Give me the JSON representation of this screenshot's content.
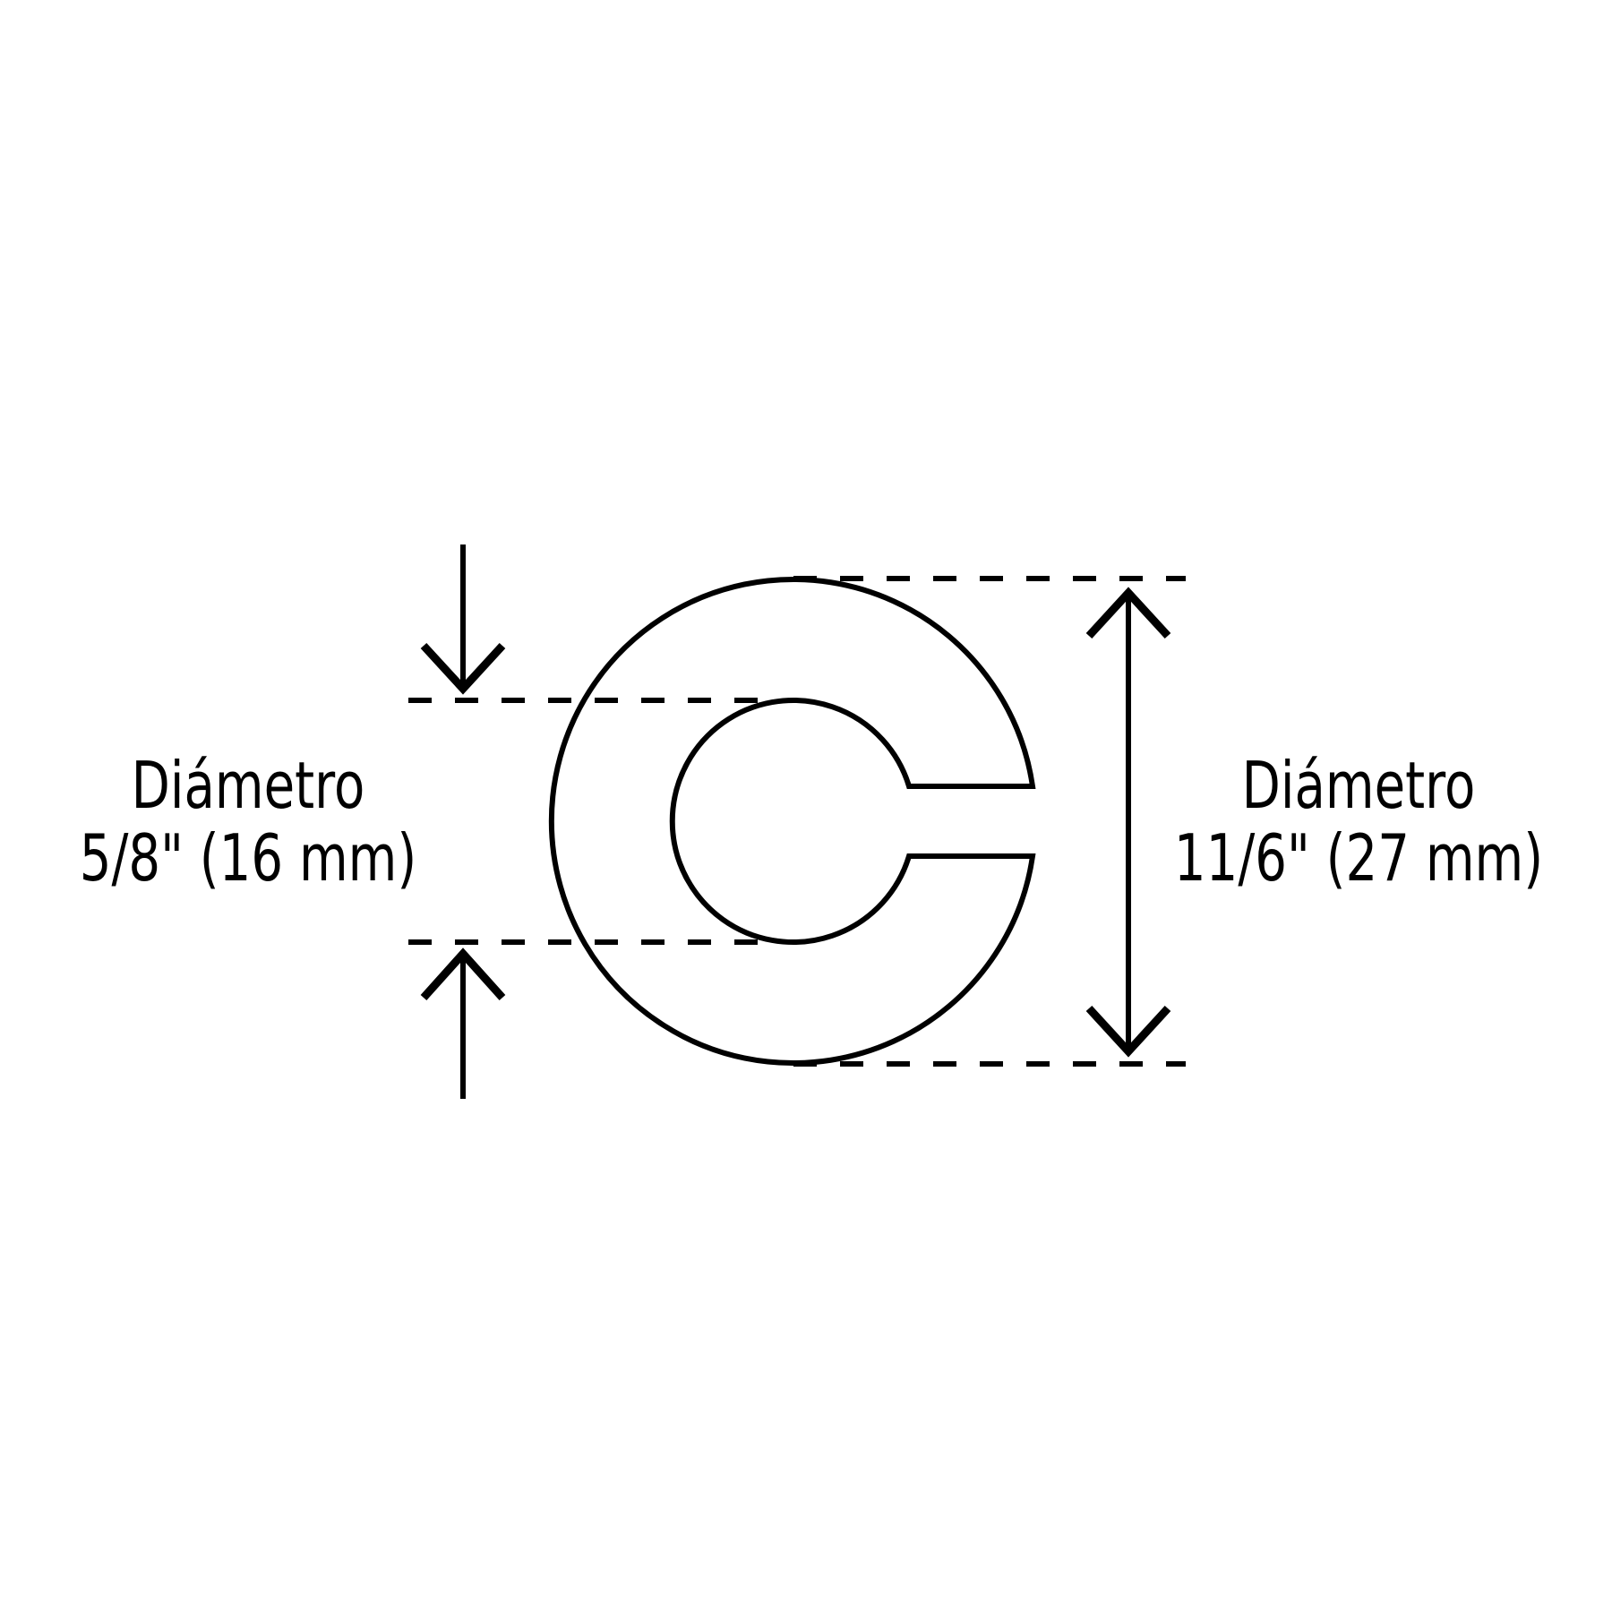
{
  "inner_dimension": {
    "label": "Diámetro",
    "value": "5/8\" (16 mm)"
  },
  "outer_dimension": {
    "label": "Diámetro",
    "value": "11/6\" (27 mm)"
  },
  "colors": {
    "line": "#000000",
    "background": "#ffffff"
  }
}
